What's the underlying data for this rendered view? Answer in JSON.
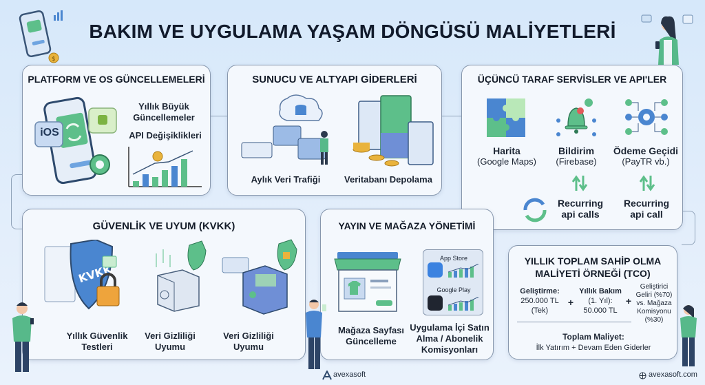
{
  "title": "BAKIM VE UYGULAMA YAŞAM DÖNGÜSÜ MALİYETLERİ",
  "colors": {
    "background": "#d6e8fa",
    "card": "#f4f8fd",
    "green": "#5dbf8a",
    "blue": "#4a86d0",
    "dark": "#141c29"
  },
  "sections": {
    "platform": {
      "title": "PLATFORM VE OS GÜNCELLEMELERİ",
      "badge_ios": "iOS",
      "items": [
        "Yıllık Büyük Güncellemeler",
        "API Değişiklikleri"
      ],
      "icons": [
        "phone-icon",
        "sync-icon",
        "android-icon",
        "gear-icon",
        "growth-chart-icon",
        "coin-icon"
      ]
    },
    "server": {
      "title": "SUNUCU VE ALTYAPI GİDERLERİ",
      "items": [
        "Aylık Veri Trafiği",
        "Veritabanı Depolama"
      ]
    },
    "third_party": {
      "title": "ÜÇÜNCÜ TARAF SERVİSLER VE API'LER",
      "services": [
        {
          "name": "Harita",
          "provider": "(Google Maps)"
        },
        {
          "name": "Bildirim",
          "provider": "(Firebase)"
        },
        {
          "name": "Ödeme Geçidi",
          "provider": "(PayTR vb.)"
        }
      ],
      "recurring": [
        "Recurring api calls",
        "Recurring api call"
      ]
    },
    "security": {
      "title": "GÜVENLİK VE UYUM (KVKK)",
      "shield_text": "KVKK",
      "items": [
        "Yıllık Güvenlik Testleri",
        "Veri Gizliliği Uyumu",
        "Veri Gizliliği Uyumu"
      ]
    },
    "store": {
      "title": "YAYIN VE MAĞAZA YÖNETİMİ",
      "app_store": "App Store",
      "google_play": "Google Play",
      "items": [
        "Mağaza Sayfası Güncelleme",
        "Uygulama İçi Satın Alma / Abonelik Komisyonları"
      ]
    },
    "tco": {
      "title_line1": "YILLIK TOPLAM SAHİP OLMA",
      "title_line2": "MALİYETİ ÖRNEĞİ (TCO)",
      "col1": {
        "l1": "Geliştirme:",
        "l2": "250.000 TL",
        "l3": "(Tek)"
      },
      "col2": {
        "l1": "Yıllık Bakım",
        "l2": "(1. Yıl):",
        "l3": "50.000 TL"
      },
      "col3": {
        "l1": "Geliştirici",
        "l2": "Geliri (%70)",
        "l3": "vs. Mağaza",
        "l4": "Komisyonu",
        "l5": "(%30)"
      },
      "plus": "+",
      "total_label": "Toplam Maliyet:",
      "total_desc": "İlk Yatırım + Devam Eden Giderler"
    }
  },
  "footer": {
    "brand": "avexasoft",
    "website": "avexasoft.com"
  }
}
